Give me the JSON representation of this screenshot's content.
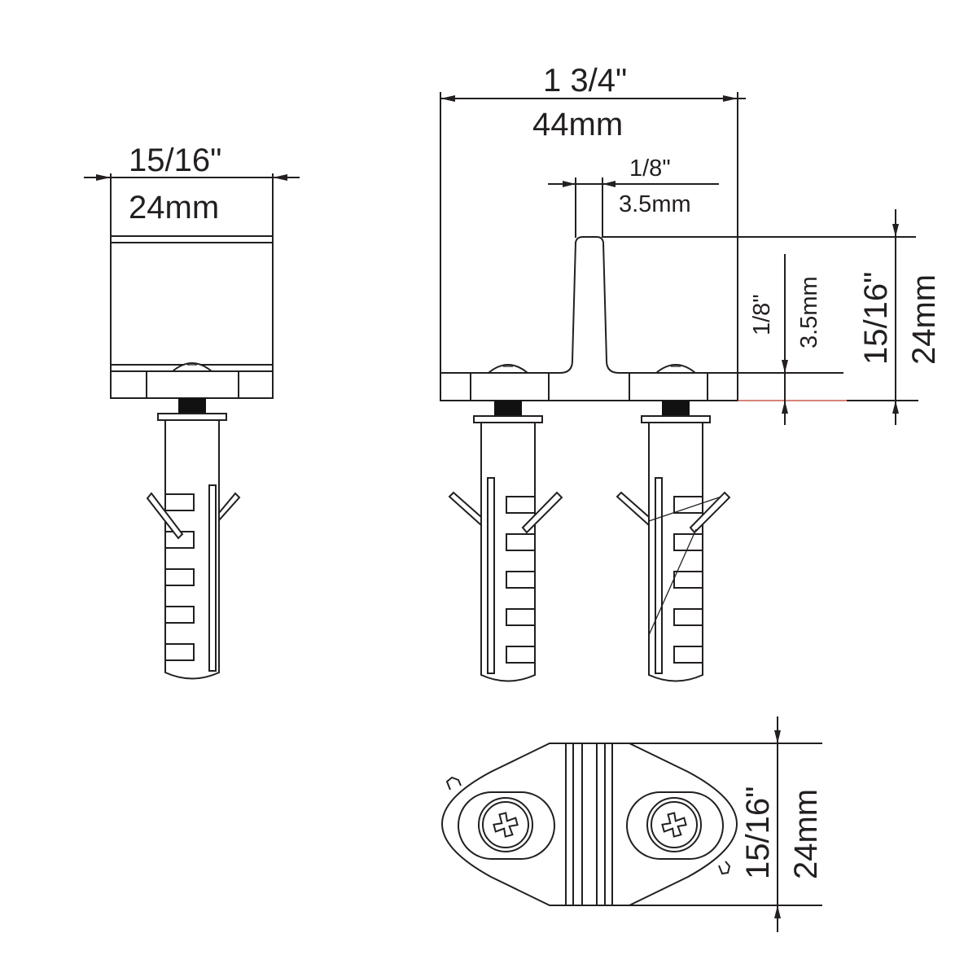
{
  "drawing": {
    "type": "technical-dimension-drawing",
    "subject": "door stop with wall anchors",
    "line_color": "#231f20",
    "background": "#ffffff"
  },
  "views": {
    "side_view": {
      "width_imperial": "15/16\"",
      "width_metric": "24mm"
    },
    "front_view": {
      "width_imperial": "1 3/4\"",
      "width_metric": "44mm",
      "fin_width_imperial": "1/8\"",
      "fin_width_metric": "3.5mm",
      "base_thickness_imperial": "1/8\"",
      "base_thickness_metric": "3.5mm",
      "height_imperial": "15/16\"",
      "height_metric": "24mm"
    },
    "top_view": {
      "depth_imperial": "15/16\"",
      "depth_metric": "24mm"
    }
  }
}
